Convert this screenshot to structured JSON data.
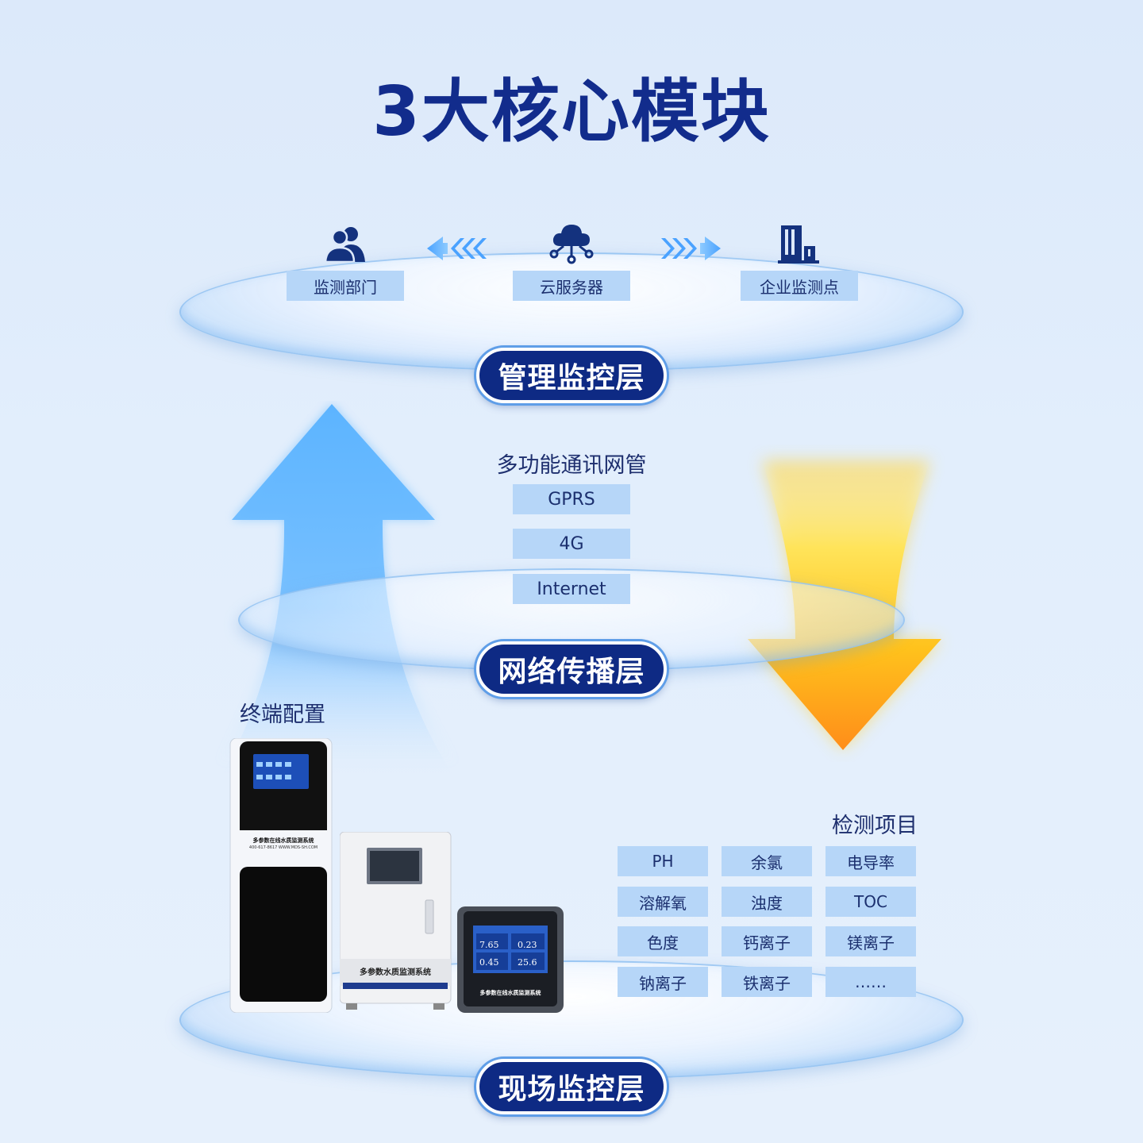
{
  "title": "3大核心模块",
  "management_layer": {
    "label": "管理监控层",
    "nodes": [
      {
        "label": "监测部门",
        "icon": "users-icon"
      },
      {
        "label": "云服务器",
        "icon": "cloud-network-icon"
      },
      {
        "label": "企业监测点",
        "icon": "buildings-icon"
      }
    ]
  },
  "network_layer": {
    "label": "网络传播层",
    "heading": "多功能通讯网管",
    "items": [
      "GPRS",
      "4G",
      "Internet"
    ]
  },
  "field_layer": {
    "label": "现场监控层",
    "terminal_heading": "终端配置",
    "detection_heading": "检测项目",
    "detection_items": [
      "PH",
      "余氯",
      "电导率",
      "溶解氧",
      "浊度",
      "TOC",
      "色度",
      "钙离子",
      "镁离子",
      "钠离子",
      "铁离子",
      "……"
    ]
  },
  "devices": {
    "tall_name": "多参数在线水质监测系统",
    "tall_contact": "400-617-8617  WWW.MDS-SH.COM",
    "mid_name": "多参数水质监测系统",
    "small_name": "多参数在线水质监测系统",
    "small_readings": [
      "7.65",
      "0.23",
      "0.45",
      "25.6"
    ]
  },
  "colors": {
    "title": "#122c8c",
    "pill": "#0e2a84",
    "tag": "#b6d6f8",
    "blue_arrow": "#5cb4ff",
    "orange_arrow": "#ffa020"
  }
}
